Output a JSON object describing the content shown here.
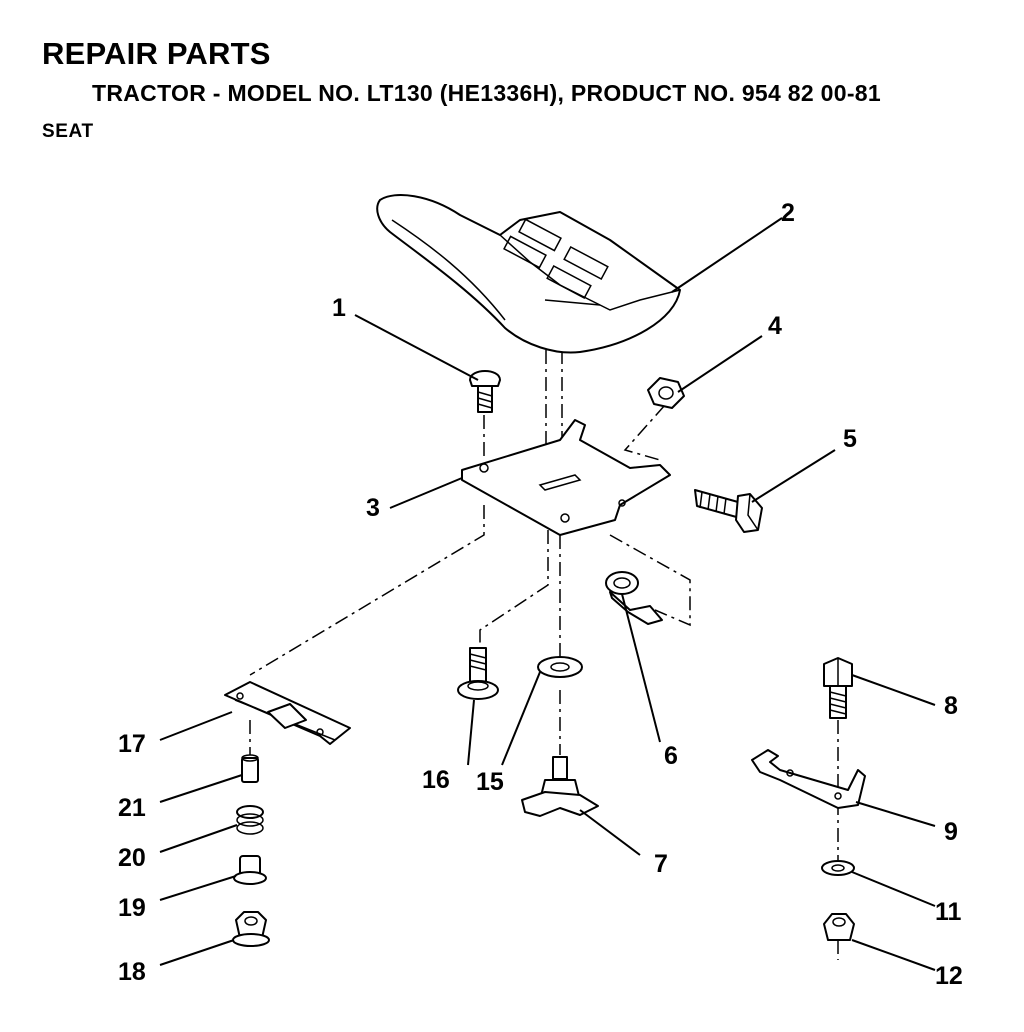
{
  "header": {
    "title": "REPAIR PARTS",
    "subtitle": "TRACTOR - MODEL NO. LT130 (HE1336H), PRODUCT NO. 954 82 00-81",
    "section": "SEAT"
  },
  "callouts": [
    "1",
    "2",
    "3",
    "4",
    "5",
    "6",
    "7",
    "8",
    "9",
    "11",
    "12",
    "15",
    "16",
    "17",
    "18",
    "19",
    "20",
    "21"
  ]
}
